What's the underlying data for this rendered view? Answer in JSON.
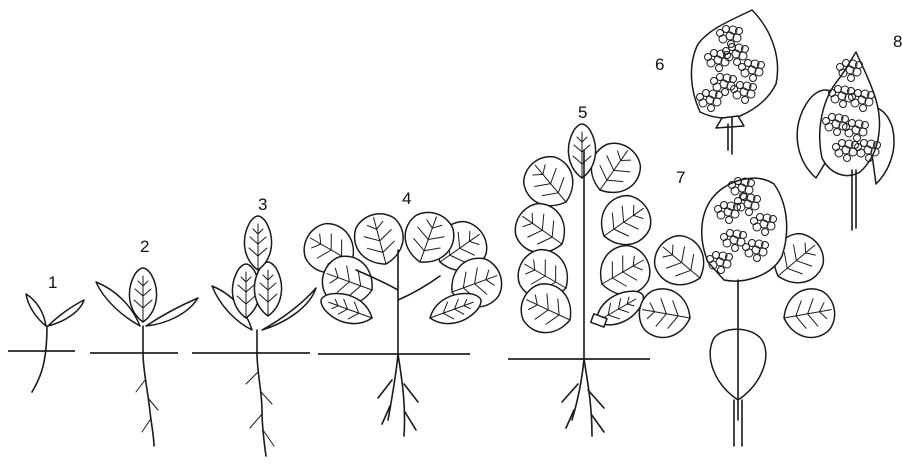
{
  "stages": [
    {
      "label": "1"
    },
    {
      "label": "2"
    },
    {
      "label": "3"
    },
    {
      "label": "4"
    },
    {
      "label": "5"
    },
    {
      "label": "6"
    },
    {
      "label": "7"
    },
    {
      "label": "8"
    }
  ]
}
